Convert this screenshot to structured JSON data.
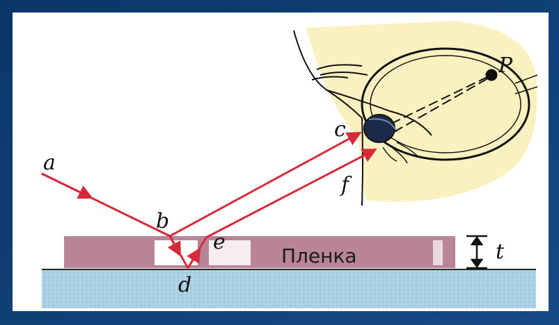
{
  "colors": {
    "background": "#0f3b6e",
    "panel": "#ffffff",
    "ray": "#d62a3a",
    "film": "#b98398",
    "substrate": "#a9cfe3",
    "eye_region": "#fbf0bf",
    "ink": "#111111"
  },
  "icons": {
    "eye": "eye-illustration",
    "thickness_marker": "double-arrow-icon"
  },
  "diagram": {
    "points": {
      "a": "a",
      "b": "b",
      "c": "c",
      "d": "d",
      "e": "e",
      "f": "f",
      "P": "P"
    },
    "film_label": "Пленка",
    "thickness_label": "t"
  }
}
